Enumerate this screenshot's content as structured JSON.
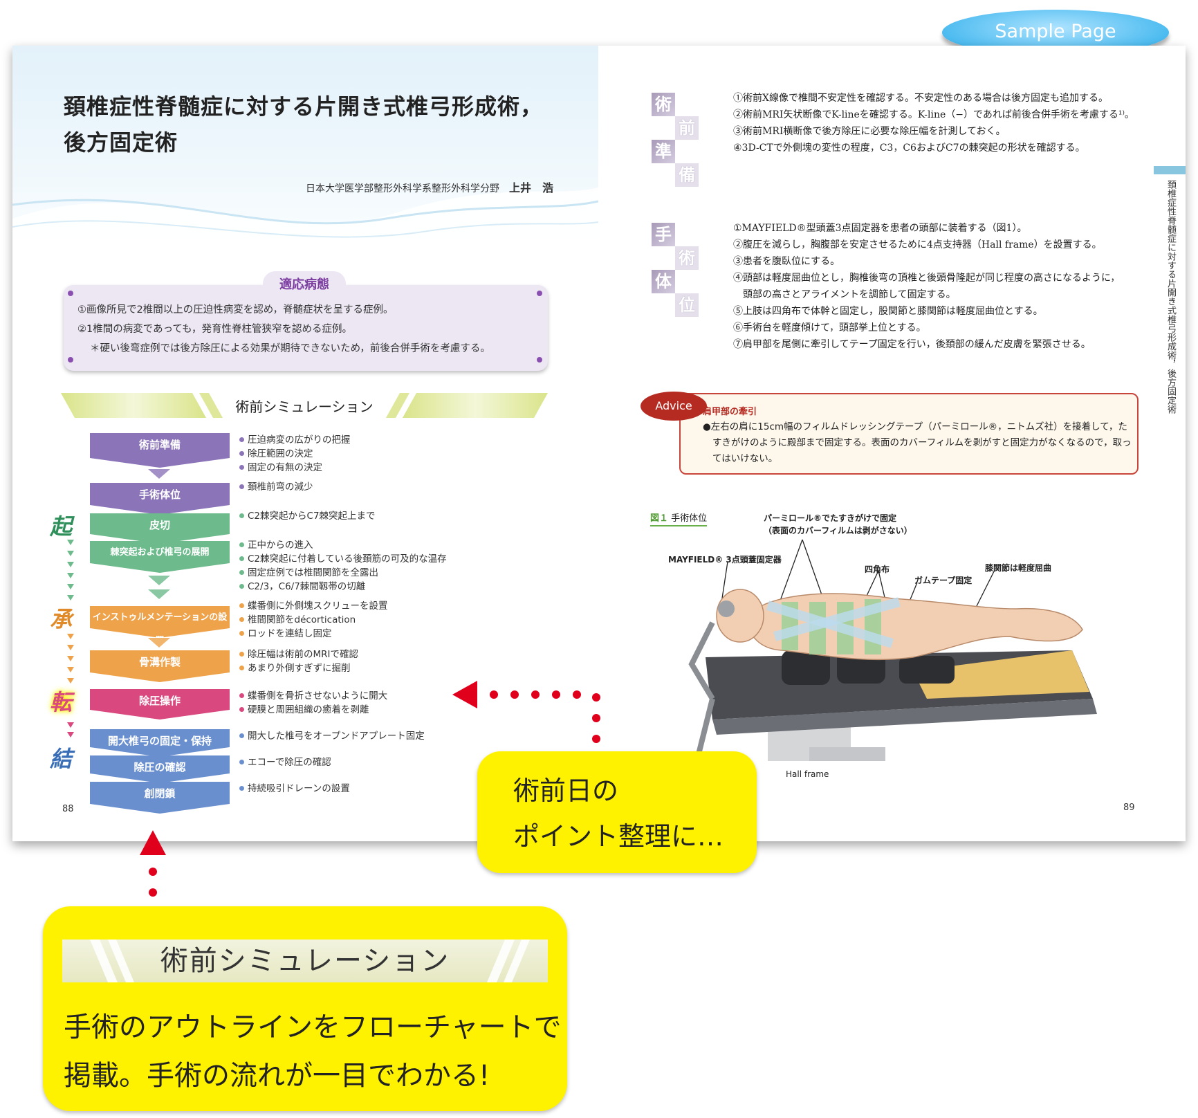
{
  "sample_label": "Sample Page",
  "title_line1": "頚椎症性脊髄症に対する片開き式椎弓形成術，",
  "title_line2": "後方固定術",
  "author_affil": "日本大学医学部整形外科学系整形外科学分野",
  "author_name": "上井　浩",
  "indication": {
    "heading": "適応病態",
    "lines": [
      "①画像所見で2椎間以上の圧迫性病変を認め，脊髄症状を呈する症例。",
      "②1椎間の病変であっても，発育性脊柱管狭窄を認める症例。",
      "＊硬い後弯症例では後方除圧による効果が期待できないため，前後合併手術を考慮する。"
    ]
  },
  "simulation_heading": "術前シミュレーション",
  "phases": [
    "起",
    "承",
    "転",
    "結"
  ],
  "steps": [
    {
      "label": "術前準備",
      "color": "#8b74b8",
      "notes": [
        "圧迫病変の広がりの把握",
        "除圧範囲の決定",
        "固定の有無の決定"
      ]
    },
    {
      "label": "手術体位",
      "color": "#8b74b8",
      "notes": [
        "頚椎前弯の減少"
      ]
    },
    {
      "label": "皮切",
      "color": "#6dba8c",
      "notes": [
        "C2棘突起からC7棘突起上まで"
      ]
    },
    {
      "label": "棘突起および椎弓の展開",
      "color": "#6dba8c",
      "notes": [
        "正中からの進入",
        "C2棘突起に付着している後頚筋の可及的な温存",
        "固定症例では椎間関節を全露出",
        "C2/3，C6/7棘間靱帯の切離"
      ]
    },
    {
      "label": "インストゥルメンテーションの設置",
      "color": "#eea24a",
      "notes": [
        "蝶番側に外側塊スクリューを設置",
        "椎間関節をdécortication",
        "ロッドを連結し固定"
      ]
    },
    {
      "label": "骨溝作製",
      "color": "#eea24a",
      "notes": [
        "除圧幅は術前のMRIで確認",
        "あまり外側すぎずに掘削"
      ]
    },
    {
      "label": "除圧操作",
      "color": "#d9487e",
      "notes": [
        "蝶番側を骨折させないように開大",
        "硬膜と周囲組織の癒着を剥離"
      ]
    },
    {
      "label": "開大椎弓の固定・保持",
      "color": "#6a8fcf",
      "notes": [
        "開大した椎弓をオープンドアプレート固定"
      ]
    },
    {
      "label": "除圧の確認",
      "color": "#6a8fcf",
      "notes": [
        "エコーで除圧の確認"
      ]
    },
    {
      "label": "創閉鎖",
      "color": "#6a8fcf",
      "notes": [
        "持続吸引ドレーンの設置"
      ]
    }
  ],
  "page_left": "88",
  "page_right": "89",
  "prep": {
    "chars": [
      "術",
      "前",
      "準",
      "備"
    ],
    "lines": [
      "①術前X線像で椎間不安定性を確認する。不安定性のある場合は後方固定も追加する。",
      "②術前MRI矢状断像でK-lineを確認する。K-line（−）であれば前後合併手術を考慮する¹⁾。",
      "③術前MRI横断像で後方除圧に必要な除圧幅を計測しておく。",
      "④3D-CTで外側塊の変性の程度，C3，C6およびC7の棘突起の形状を確認する。"
    ]
  },
  "position": {
    "chars": [
      "手",
      "術",
      "体",
      "位"
    ],
    "lines": [
      "①MAYFIELD®型頭蓋3点固定器を患者の頭部に装着する（図1）。",
      "②腹圧を減らし，胸腹部を安定させるために4点支持器（Hall frame）を設置する。",
      "③患者を腹臥位にする。",
      "④頭部は軽度屈曲位とし，胸椎後弯の頂椎と後頭骨隆起が同じ程度の高さになるように，",
      "　頭部の高さとアライメントを調節して固定する。",
      "⑤上肢は四角布で体幹と固定し，股関節と膝関節は軽度屈曲位とする。",
      "⑥手術台を軽度傾けて，頭部挙上位とする。",
      "⑦肩甲部を尾側に牽引してテープ固定を行い，後頚部の緩んだ皮膚を緊張させる。"
    ]
  },
  "side_title": "頚椎症性脊髄症に対する片開き式椎弓形成術，後方固定術",
  "advice": {
    "badge": "Advice",
    "title": "肩甲部の牽引",
    "lines": [
      "●左右の肩に15cm幅のフィルムドレッシングテープ（パーミロール®，ニトムズ社）を接着して，た",
      "すきがけのように殿部まで固定する。表面のカバーフィルムを剥がすと固定力がなくなるので，取っ",
      "てはいけない。"
    ]
  },
  "figure": {
    "caption_num": "図１",
    "caption": "手術体位",
    "labels": [
      "パーミロール®でたすきがけで固定",
      "（表面のカバーフィルムは剥がさない）",
      "MAYFIELD® 3点頭蓋固定器",
      "四角布",
      "ガムテープ固定",
      "膝関節は軽度屈曲",
      "Hall frame"
    ]
  },
  "callout_right": [
    "術前日の",
    "ポイント整理に…"
  ],
  "callout_left": {
    "title": "術前シミュレーション",
    "lines": [
      "手術のアウトラインをフローチャートで",
      "掲載。手術の流れが一目でわかる!"
    ]
  },
  "colors": {
    "purple": "#8b74b8",
    "green": "#6dba8c",
    "orange": "#eea24a",
    "pink": "#d9487e",
    "blue": "#6a8fcf",
    "callout": "#fff200",
    "advice": "#b52b22"
  }
}
